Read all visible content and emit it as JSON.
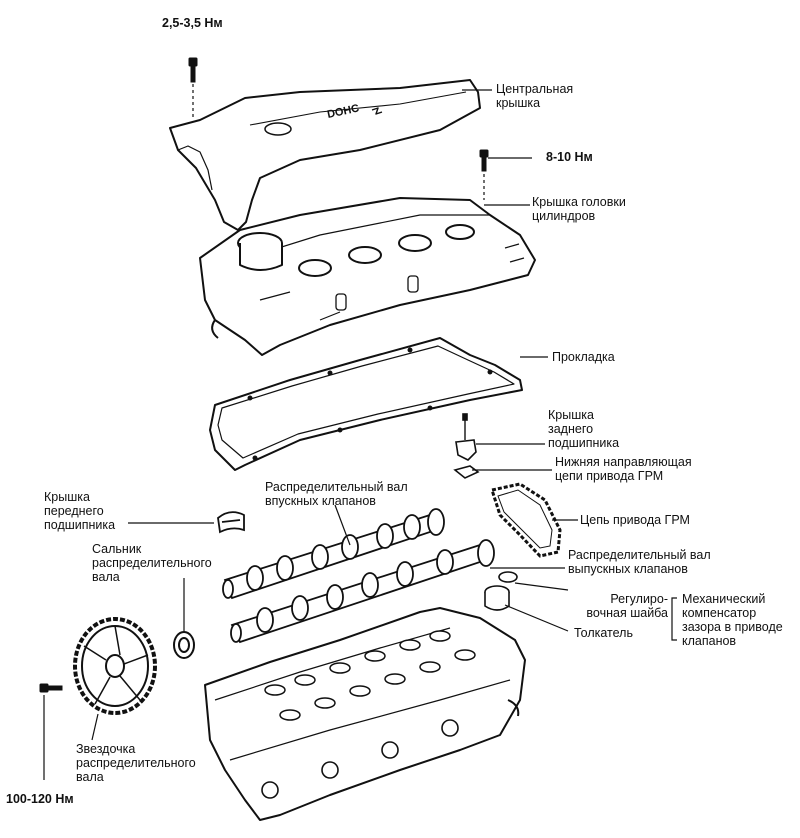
{
  "diagram": {
    "torques": {
      "cover_bolts": "2,5-3,5 Нм",
      "head_cover_bolts": "8-10 Нм",
      "sprocket_bolt": "100-120 Нм"
    },
    "cover_emblem": "DOHC",
    "labels": {
      "central_cover": "Центральная\nкрышка",
      "head_cover": "Крышка головки\nцилиндров",
      "gasket": "Прокладка",
      "rear_bearing_cap": "Крышка\nзаднего\nподшипника",
      "lower_chain_guide": "Нижняя направляющая\nцепи привода ГРМ",
      "front_bearing_cap": "Крышка\nпереднего\nподшипника",
      "intake_camshaft": "Распределительный вал\nвпускных клапанов",
      "timing_chain": "Цепь привода ГРМ",
      "camshaft_seal": "Сальник\nраспределительного\nвала",
      "exhaust_camshaft": "Распределительный вал\nвыпускных клапанов",
      "adjusting_shim": "Регулиро-\nвочная шайба",
      "tappet": "Толкатель",
      "hydraulic_compensator": "Механический\nкомпенсатор\nзазора в приводе\nклапанов",
      "camshaft_sprocket": "Звездочка\nраспределительного\nвала"
    },
    "colors": {
      "ink": "#111111",
      "background": "#ffffff"
    }
  }
}
